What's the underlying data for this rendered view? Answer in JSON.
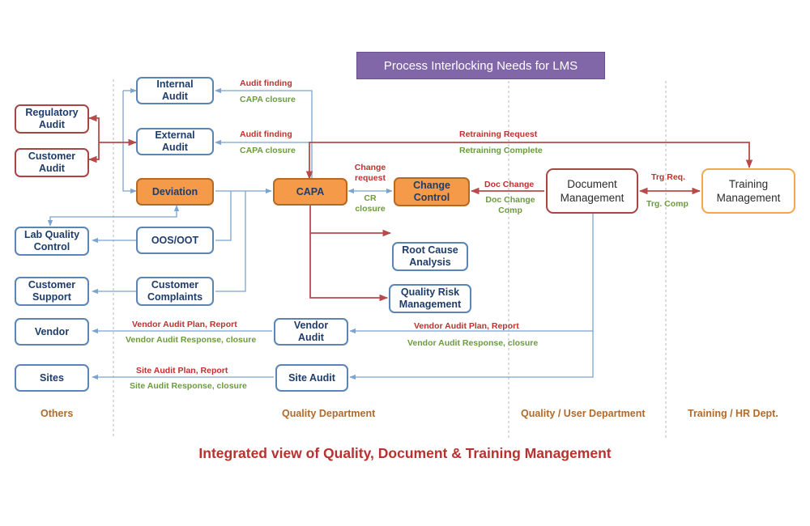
{
  "title": "Process Interlocking Needs for LMS",
  "caption": "Integrated view of Quality, Document & Training Management",
  "departments": {
    "others": "Others",
    "quality": "Quality Department",
    "quality_user": "Quality / User Department",
    "training_hr": "Training / HR Dept."
  },
  "boxes": {
    "regulatory_audit": "Regulatory\nAudit",
    "customer_audit": "Customer\nAudit",
    "lab_quality_control": "Lab Quality\nControl",
    "customer_support": "Customer\nSupport",
    "vendor": "Vendor",
    "sites": "Sites",
    "internal_audit": "Internal\nAudit",
    "external_audit": "External\nAudit",
    "deviation": "Deviation",
    "oos_oot": "OOS/OOT",
    "customer_complaints": "Customer\nComplaints",
    "capa": "CAPA",
    "change_control": "Change\nControl",
    "root_cause_analysis": "Root Cause\nAnalysis",
    "quality_risk_management": "Quality Risk\nManagement",
    "vendor_audit": "Vendor\nAudit",
    "site_audit": "Site Audit",
    "document_management": "Document\nManagement",
    "training_management": "Training\nManagement"
  },
  "labels": {
    "audit_finding_1": "Audit finding",
    "capa_closure_1": "CAPA closure",
    "audit_finding_2": "Audit finding",
    "capa_closure_2": "CAPA closure",
    "retraining_request": "Retraining Request",
    "retraining_complete": "Retraining Complete",
    "change_request": "Change\nrequest",
    "cr_closure": "CR\nclosure",
    "doc_change": "Doc Change",
    "doc_change_comp": "Doc Change\nComp",
    "trg_req": "Trg Req.",
    "trg_comp": "Trg. Comp",
    "vendor_plan_left": "Vendor Audit Plan, Report",
    "vendor_response_left": "Vendor Audit Response, closure",
    "vendor_plan_right": "Vendor Audit Plan, Report",
    "vendor_response_right": "Vendor Audit Response, closure",
    "site_plan": "Site Audit Plan, Report",
    "site_response": "Site Audit Response, closure"
  },
  "colors": {
    "blue_connector": "#7ba4cf",
    "red_connector": "#b84a4a",
    "orange_box": "#f49a48",
    "title_bg": "#8166a8",
    "label_red": "#c0302f",
    "label_green": "#6b9a3f"
  }
}
